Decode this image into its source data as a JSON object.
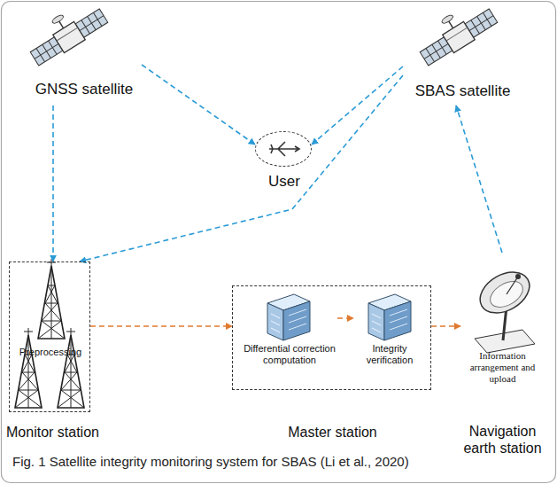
{
  "diagram": {
    "caption": "Fig. 1 Satellite integrity monitoring system for SBAS (Li et al., 2020)",
    "nodes": [
      {
        "text": [
          "GNSS satellite"
        ]
      },
      {
        "text": [
          "SBAS satellite"
        ]
      },
      {
        "text": [
          "User"
        ]
      },
      {
        "text": [
          "Preprocessing",
          "Monitor station"
        ]
      },
      {
        "text": [
          "Master station"
        ]
      },
      {
        "text": [
          "Differential correction computation"
        ],
        "in": 4
      },
      {
        "text": [
          "Integrity verification"
        ],
        "in": 4
      },
      {
        "text": [
          "Information arrangement and upload",
          "Navigation earth station"
        ]
      }
    ],
    "edges": [
      {
        "from": 0,
        "to": 2,
        "arrow": "to"
      },
      {
        "from": 0,
        "to": 3,
        "arrow": "to"
      },
      {
        "from": 1,
        "to": 2,
        "arrow": "to"
      },
      {
        "from": 1,
        "to": 3,
        "arrow": "to"
      },
      {
        "from": 7,
        "to": 1,
        "arrow": "to"
      },
      {
        "from": 3,
        "to": 4,
        "arrow": "to"
      },
      {
        "from": 5,
        "to": 6,
        "arrow": "to"
      },
      {
        "from": 4,
        "to": 7,
        "arrow": "to"
      }
    ]
  }
}
